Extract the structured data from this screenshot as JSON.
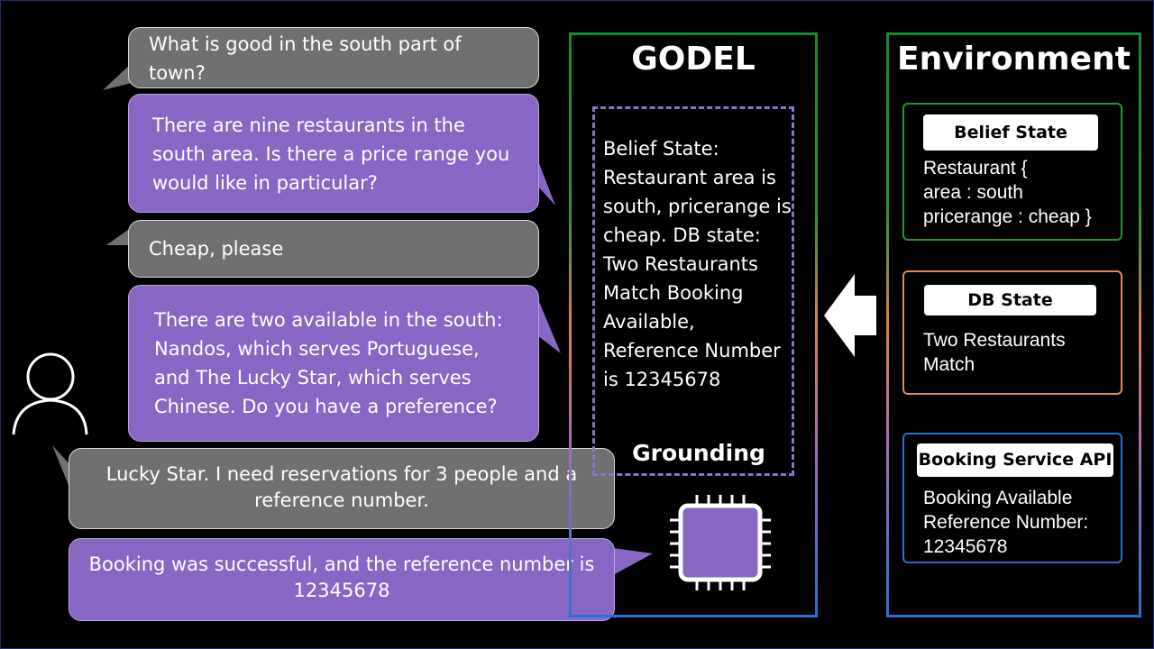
{
  "conversation": [
    {
      "role": "user",
      "text": "What is good in the south part of town?"
    },
    {
      "role": "bot",
      "text": "There are nine restaurants in the south area. Is there a price range you would like in particular?"
    },
    {
      "role": "user",
      "text": "Cheap, please"
    },
    {
      "role": "bot",
      "text": "There are two available in the south: Nandos, which serves Portuguese, and The Lucky Star, which serves Chinese. Do you have a preference?"
    },
    {
      "role": "user",
      "text": "Lucky Star. I need reservations for 3 people and a reference number."
    },
    {
      "role": "bot",
      "text": "Booking was successful, and the reference number is 12345678"
    }
  ],
  "godel": {
    "title": "GODEL",
    "grounding_text": "Belief State: Restaurant area is south, pricerange is cheap. DB state: Two Restaurants Match Booking Available, Reference Number is 12345678",
    "grounding_label": "Grounding"
  },
  "environment": {
    "title": "Environment",
    "boxes": [
      {
        "label": "Belief State",
        "content": [
          "Restaurant {",
          "area : south",
          "pricerange : cheap }"
        ]
      },
      {
        "label": "DB State",
        "content": [
          "Two Restaurants",
          "Match"
        ]
      },
      {
        "label": "Booking Service API",
        "content": [
          "Booking Available",
          "Reference Number:",
          "12345678"
        ]
      }
    ]
  },
  "colors": {
    "user_bubble": "#707070",
    "bot_bubble": "#8866c4",
    "belief_border": "#2f8f3a",
    "db_border": "#e08a5e",
    "api_border": "#2c6fd0"
  }
}
